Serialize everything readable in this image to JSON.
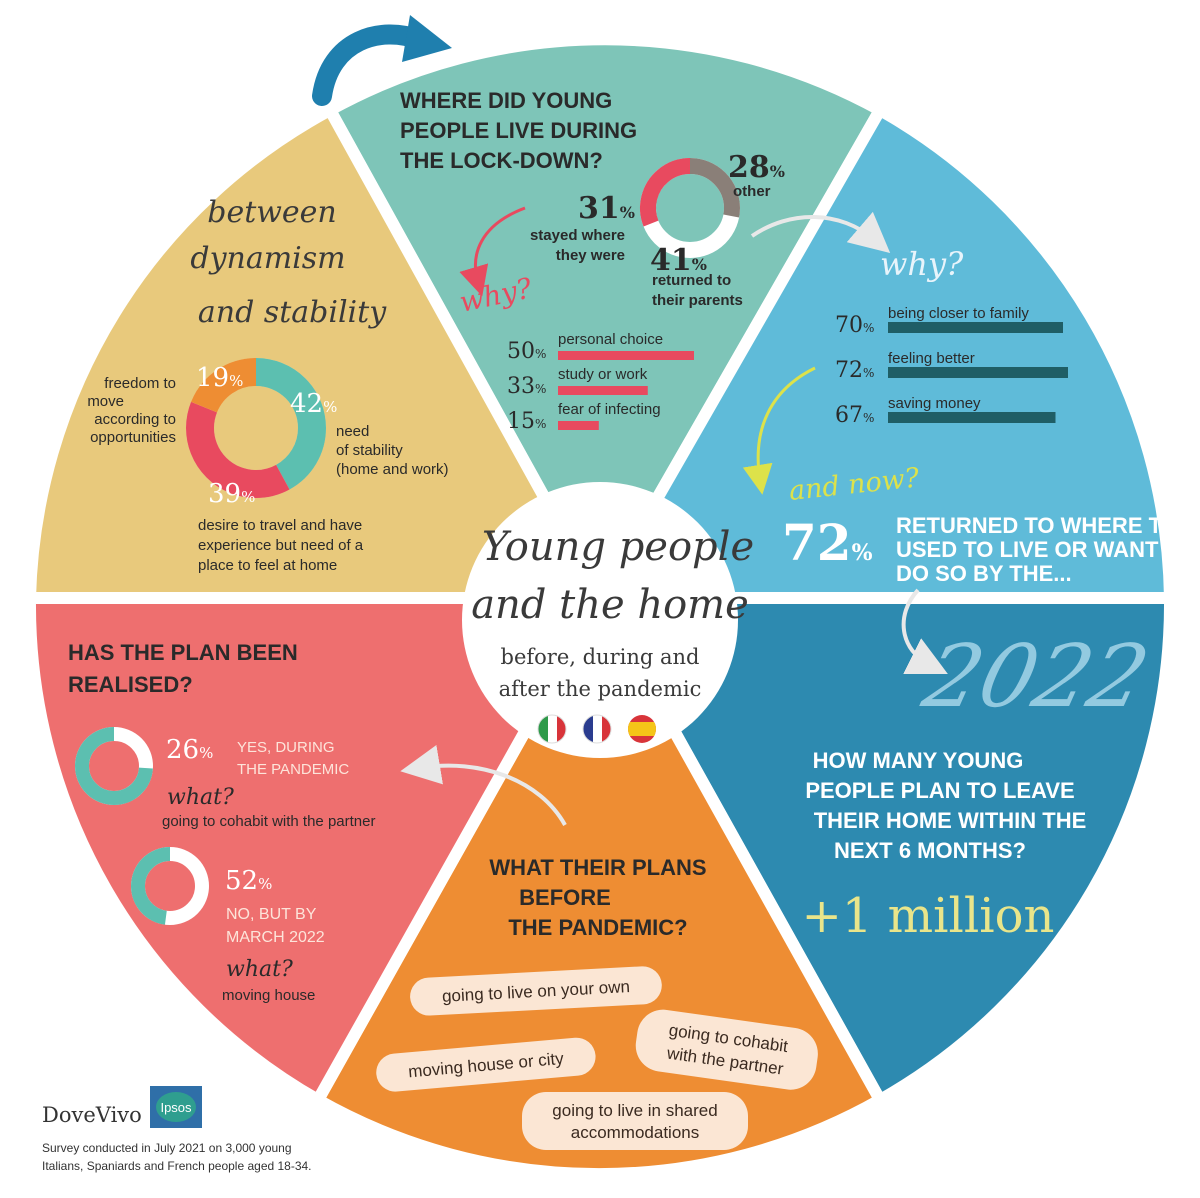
{
  "colors": {
    "teal": "#7ec5b8",
    "sky": "#5fbbd9",
    "ocean": "#2d8ab0",
    "orange": "#ee8d33",
    "coral": "#ee6f6f",
    "sand": "#e8c97c",
    "red": "#e84a5f",
    "dark_teal": "#1f5e66",
    "arrow_blue": "#1f7fae"
  },
  "center": {
    "title_line1": "Young people",
    "title_line2": "and the home",
    "subtitle_line1": "before, during and",
    "subtitle_line2": "after the pandemic",
    "flags": [
      "italy-flag",
      "france-flag",
      "spain-flag"
    ]
  },
  "lockdown": {
    "heading_lines": [
      "WHERE DID YOUNG",
      "PEOPLE LIVE DURING",
      "THE LOCK-DOWN?"
    ],
    "other_value": "28",
    "other_label": "other",
    "stayed_value": "31",
    "stayed_label_lines": [
      "stayed where",
      "they were"
    ],
    "returned_value": "41",
    "returned_label_lines": [
      "returned to",
      "their parents"
    ],
    "why": "why?",
    "reasons": [
      {
        "value": "50",
        "label": "personal choice",
        "pct": 50
      },
      {
        "value": "33",
        "label": "study or work",
        "pct": 33
      },
      {
        "value": "15",
        "label": "fear of infecting",
        "pct": 15
      }
    ]
  },
  "returned_why": {
    "why": "why?",
    "reasons": [
      {
        "value": "70",
        "label": "being closer to family",
        "pct": 70
      },
      {
        "value": "72",
        "label": "feeling better",
        "pct": 72
      },
      {
        "value": "67",
        "label": "saving money",
        "pct": 67
      }
    ],
    "and_now": "and now?",
    "now_value": "72",
    "now_text_lines": [
      "RETURNED TO WHERE THEY",
      "USED TO LIVE OR WANT TO",
      "DO SO BY THE..."
    ]
  },
  "year": {
    "year_text": "2022",
    "heading_lines": [
      "HOW MANY YOUNG",
      "PEOPLE PLAN TO LEAVE",
      "THEIR HOME WITHIN THE",
      "NEXT 6 MONTHS?"
    ],
    "big_value": "+1 million"
  },
  "plans": {
    "heading_lines": [
      "WHAT THEIR PLANS",
      "BEFORE",
      "THE PANDEMIC?"
    ],
    "items": [
      "going to live on your own",
      "going to cohabit",
      "with the partner",
      "moving house or city",
      "going to live in shared",
      "accommodations"
    ]
  },
  "realised": {
    "heading_lines": [
      "HAS THE PLAN BEEN",
      "REALISED?"
    ],
    "yes_value": "26",
    "yes_pct": 26,
    "yes_label_lines": [
      "YES, DURING",
      "THE PANDEMIC"
    ],
    "yes_what": "what?",
    "yes_detail": "going to cohabit with the partner",
    "no_value": "52",
    "no_pct": 52,
    "no_label_lines": [
      "NO, BUT BY",
      "MARCH 2022"
    ],
    "no_what": "what?",
    "no_detail": "moving house"
  },
  "balance": {
    "title_lines": [
      "between",
      "dynamism",
      "and stability"
    ],
    "freedom_value": "19",
    "freedom_pct": 19,
    "freedom_label_lines": [
      "freedom to",
      "move",
      "according to",
      "opportunities"
    ],
    "stability_value": "42",
    "stability_pct": 42,
    "stability_label_lines": [
      "need",
      "of stability",
      "(home and work)"
    ],
    "travel_value": "39",
    "travel_pct": 39,
    "travel_label_lines": [
      "desire to travel and have",
      "experience but need of a",
      "place to feel at home"
    ]
  },
  "footer": {
    "brand": "DoveVivo",
    "partner": "Ipsos",
    "note_lines": [
      "Survey conducted in July 2021 on 3,000 young",
      "Italians, Spaniards and French people aged 18-34."
    ]
  }
}
